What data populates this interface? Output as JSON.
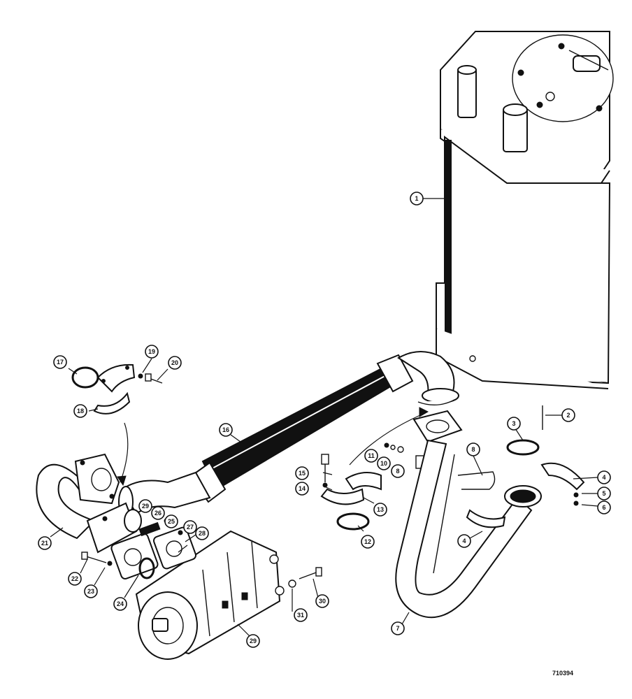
{
  "drawing_number": "710394",
  "callouts": [
    {
      "id": "c1",
      "label": "1"
    },
    {
      "id": "c2",
      "label": "2"
    },
    {
      "id": "c3",
      "label": "3"
    },
    {
      "id": "c4a",
      "label": "4"
    },
    {
      "id": "c4b",
      "label": "4"
    },
    {
      "id": "c5",
      "label": "5"
    },
    {
      "id": "c6",
      "label": "6"
    },
    {
      "id": "c7",
      "label": "7"
    },
    {
      "id": "c8a",
      "label": "8"
    },
    {
      "id": "c8b",
      "label": "8"
    },
    {
      "id": "c10",
      "label": "10"
    },
    {
      "id": "c11",
      "label": "11"
    },
    {
      "id": "c12",
      "label": "12"
    },
    {
      "id": "c13",
      "label": "13"
    },
    {
      "id": "c14",
      "label": "14"
    },
    {
      "id": "c15",
      "label": "15"
    },
    {
      "id": "c16",
      "label": "16"
    },
    {
      "id": "c17",
      "label": "17"
    },
    {
      "id": "c18",
      "label": "18"
    },
    {
      "id": "c19",
      "label": "19"
    },
    {
      "id": "c20",
      "label": "20"
    },
    {
      "id": "c21",
      "label": "21"
    },
    {
      "id": "c22",
      "label": "22"
    },
    {
      "id": "c23",
      "label": "23"
    },
    {
      "id": "c24",
      "label": "24"
    },
    {
      "id": "c25",
      "label": "25"
    },
    {
      "id": "c26",
      "label": "26"
    },
    {
      "id": "c27",
      "label": "27"
    },
    {
      "id": "c28",
      "label": "28"
    },
    {
      "id": "c29",
      "label": "29"
    },
    {
      "id": "c30",
      "label": "30"
    },
    {
      "id": "c31",
      "label": "31"
    },
    {
      "id": "c29b",
      "label": "29"
    }
  ]
}
